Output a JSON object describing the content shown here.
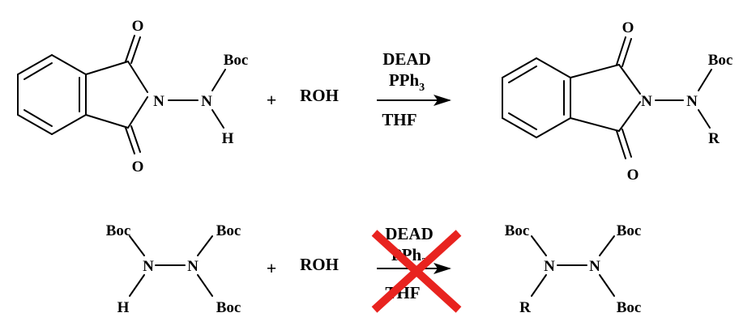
{
  "reaction_1": {
    "reactant": {
      "carbonyl_top": "O",
      "carbonyl_bottom": "O",
      "imide_n": "N",
      "hydrazine_n": "N",
      "protecting_group": "Boc",
      "hydrogen": "H"
    },
    "plus": "+",
    "alcohol": "ROH",
    "reagents": {
      "line1": "DEAD",
      "line2_base": "PPh",
      "line2_sub": "3",
      "below": "THF"
    },
    "product": {
      "carbonyl_top": "O",
      "carbonyl_bottom": "O",
      "imide_n": "N",
      "hydrazine_n": "N",
      "protecting_group": "Boc",
      "substituent": "R"
    }
  },
  "reaction_2": {
    "reactant": {
      "boc_top_left": "Boc",
      "boc_top_right": "Boc",
      "boc_bottom_right": "Boc",
      "n_left": "N",
      "n_right": "N",
      "hydrogen": "H"
    },
    "plus": "+",
    "alcohol": "ROH",
    "reagents": {
      "line1": "DEAD",
      "line2_base": "PPh",
      "line2_sub": "3",
      "below": "THF"
    },
    "cross_color": "#e8231f",
    "product": {
      "boc_top_left": "Boc",
      "boc_top_right": "Boc",
      "boc_bottom_right": "Boc",
      "n_left": "N",
      "n_right": "N",
      "substituent": "R"
    }
  }
}
